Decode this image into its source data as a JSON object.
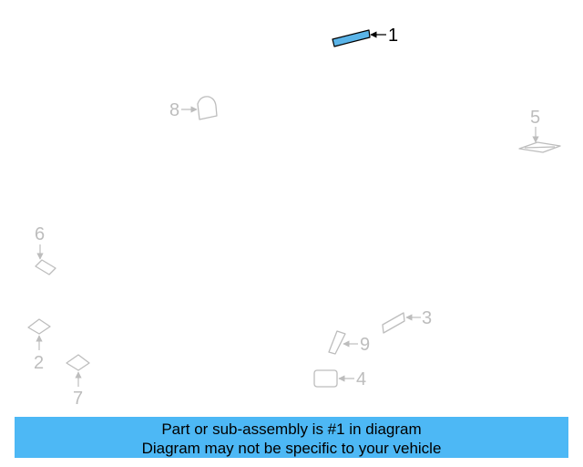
{
  "colors": {
    "highlight_fill": "#5ab4e8",
    "highlight_stroke": "#000000",
    "faded_parts": "#bdbdbd",
    "banner_background": "#4db8f5",
    "banner_text": "#000000"
  },
  "callouts": {
    "c1": "1",
    "c2": "2",
    "c3": "3",
    "c4": "4",
    "c5": "5",
    "c6": "6",
    "c7": "7",
    "c8": "8",
    "c9": "9"
  },
  "banner": {
    "line1": "Part or sub-assembly is #1 in diagram",
    "line2": "Diagram may not be specific to your vehicle"
  }
}
